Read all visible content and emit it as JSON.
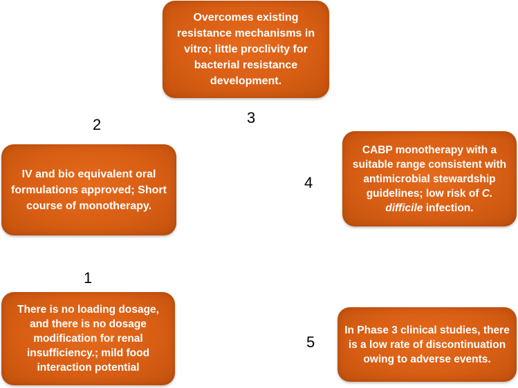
{
  "boxes": {
    "b3": {
      "number": "3",
      "text": "Overcomes existing resistance mechanisms in vitro; little proclivity for bacterial resistance development."
    },
    "b2": {
      "number": "2",
      "text": "IV and bio equivalent oral formulations approved; Short course of monotherapy."
    },
    "b4": {
      "number": "4",
      "text_before": "CABP monotherapy with a suitable range consistent with antimicrobial stewardship guidelines; low risk of ",
      "text_italic": "C. difficile",
      "text_after": " infection."
    },
    "b1": {
      "number": "1",
      "text": "There is no loading dosage, and there is no dosage modification for renal insufficiency.;  mild food interaction potential"
    },
    "b5": {
      "number": "5",
      "text": "In Phase 3 clinical studies, there is a low rate of discontinuation owing to adverse events."
    }
  },
  "colors": {
    "box_fill": "#d85e14",
    "box_text": "#ffffff",
    "number_text": "#000000"
  }
}
